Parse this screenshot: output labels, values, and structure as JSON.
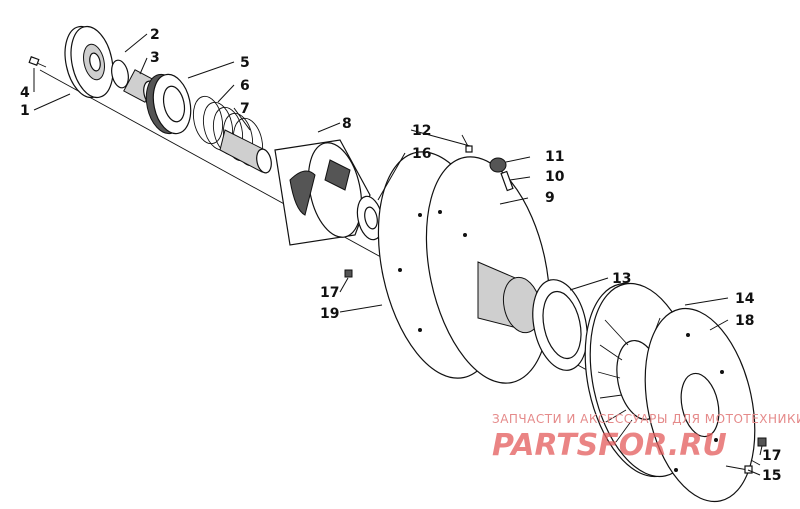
{
  "callouts": [
    {
      "id": "c1",
      "label": "1"
    },
    {
      "id": "c2",
      "label": "2"
    },
    {
      "id": "c3",
      "label": "3"
    },
    {
      "id": "c4",
      "label": "4"
    },
    {
      "id": "c5",
      "label": "5"
    },
    {
      "id": "c6",
      "label": "6"
    },
    {
      "id": "c7",
      "label": "7"
    },
    {
      "id": "c8",
      "label": "8"
    },
    {
      "id": "c9",
      "label": "9"
    },
    {
      "id": "c10",
      "label": "10"
    },
    {
      "id": "c11",
      "label": "11"
    },
    {
      "id": "c12",
      "label": "12"
    },
    {
      "id": "c13",
      "label": "13"
    },
    {
      "id": "c14",
      "label": "14"
    },
    {
      "id": "c15",
      "label": "15"
    },
    {
      "id": "c16",
      "label": "16"
    },
    {
      "id": "c17a",
      "label": "17"
    },
    {
      "id": "c17b",
      "label": "17"
    },
    {
      "id": "c18",
      "label": "18"
    },
    {
      "id": "c19",
      "label": "19"
    }
  ],
  "watermark": {
    "top_text": "ЗАПЧАСТИ И АКСЕССУАРЫ ДЛЯ МОТОТЕХНИКИ",
    "logo_text": "PARTSFOR.RU"
  },
  "colors": {
    "line": "#111111",
    "watermark": "#e45c5c"
  }
}
